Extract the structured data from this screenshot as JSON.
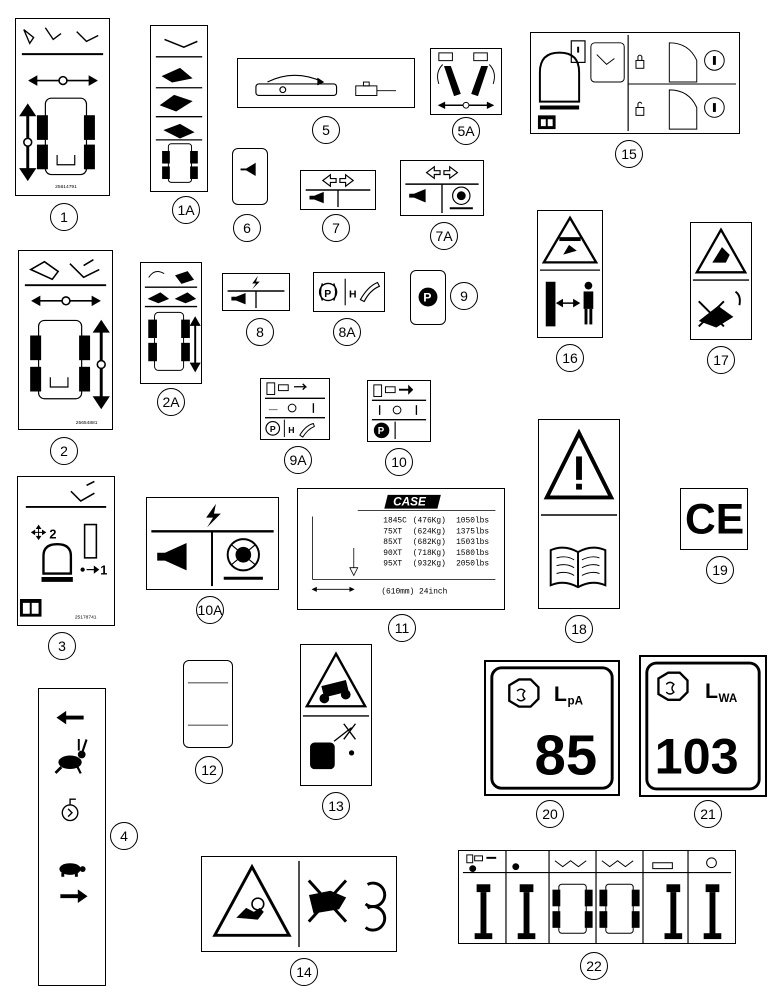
{
  "callouts": {
    "c1": "1",
    "c1a": "1A",
    "c2": "2",
    "c2a": "2A",
    "c3": "3",
    "c4": "4",
    "c5": "5",
    "c5a": "5A",
    "c6": "6",
    "c7": "7",
    "c7a": "7A",
    "c8": "8",
    "c8a": "8A",
    "c9": "9",
    "c9a": "9A",
    "c10": "10",
    "c10a": "10A",
    "c11": "11",
    "c12": "12",
    "c13": "13",
    "c14": "14",
    "c15": "15",
    "c16": "16",
    "c17": "17",
    "c18": "18",
    "c19": "19",
    "c20": "20",
    "c21": "21",
    "c22": "22"
  },
  "decal_1": {
    "part_no": "25614791"
  },
  "decal_2": {
    "part_no": "25654881"
  },
  "decal_3": {
    "part_no": "25178741",
    "arrow_2": "2",
    "arrow_1": "1"
  },
  "decal_8a": {
    "h_label": "H"
  },
  "decal_9a": {
    "h_label": "H"
  },
  "decal_11": {
    "brand": "CASE",
    "rows": [
      {
        "model": "1845C",
        "kg": "(476Kg)",
        "lbs": "1050lbs"
      },
      {
        "model": "75XT",
        "kg": "(624Kg)",
        "lbs": "1375lbs"
      },
      {
        "model": "85XT",
        "kg": "(682Kg)",
        "lbs": "1503lbs"
      },
      {
        "model": "90XT",
        "kg": "(718Kg)",
        "lbs": "1580lbs"
      },
      {
        "model": "95XT",
        "kg": "(932Kg)",
        "lbs": "2050lbs"
      }
    ],
    "distance": "(610mm) 24inch"
  },
  "decal_19": {
    "mark": "CE"
  },
  "decal_20": {
    "label_main": "L",
    "label_sub": "pA",
    "value": "85"
  },
  "decal_21": {
    "label_main": "L",
    "label_sub": "WA",
    "value": "103"
  }
}
